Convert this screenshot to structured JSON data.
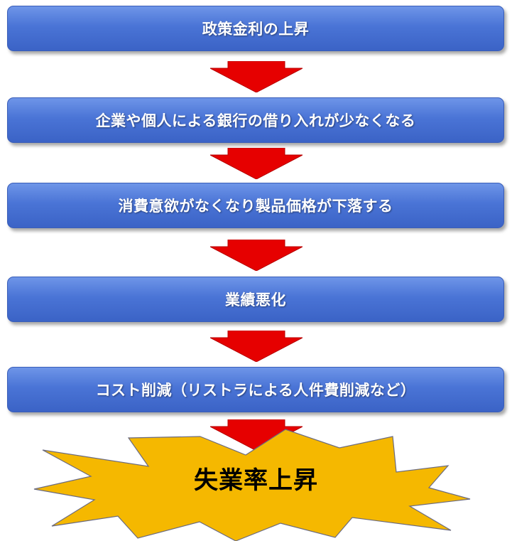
{
  "steps": [
    {
      "label": "政策金利の上昇"
    },
    {
      "label": "企業や個人による銀行の借り入れが少なくなる"
    },
    {
      "label": "消費意欲がなくなり製品価格が下落する"
    },
    {
      "label": "業績悪化"
    },
    {
      "label": "コスト削減（リストラによる人件費削減など）"
    }
  ],
  "result": {
    "label": "失業率上昇"
  },
  "colors": {
    "box": "#4a74d6",
    "arrow": "#e60000",
    "burst": "#f5b800"
  }
}
